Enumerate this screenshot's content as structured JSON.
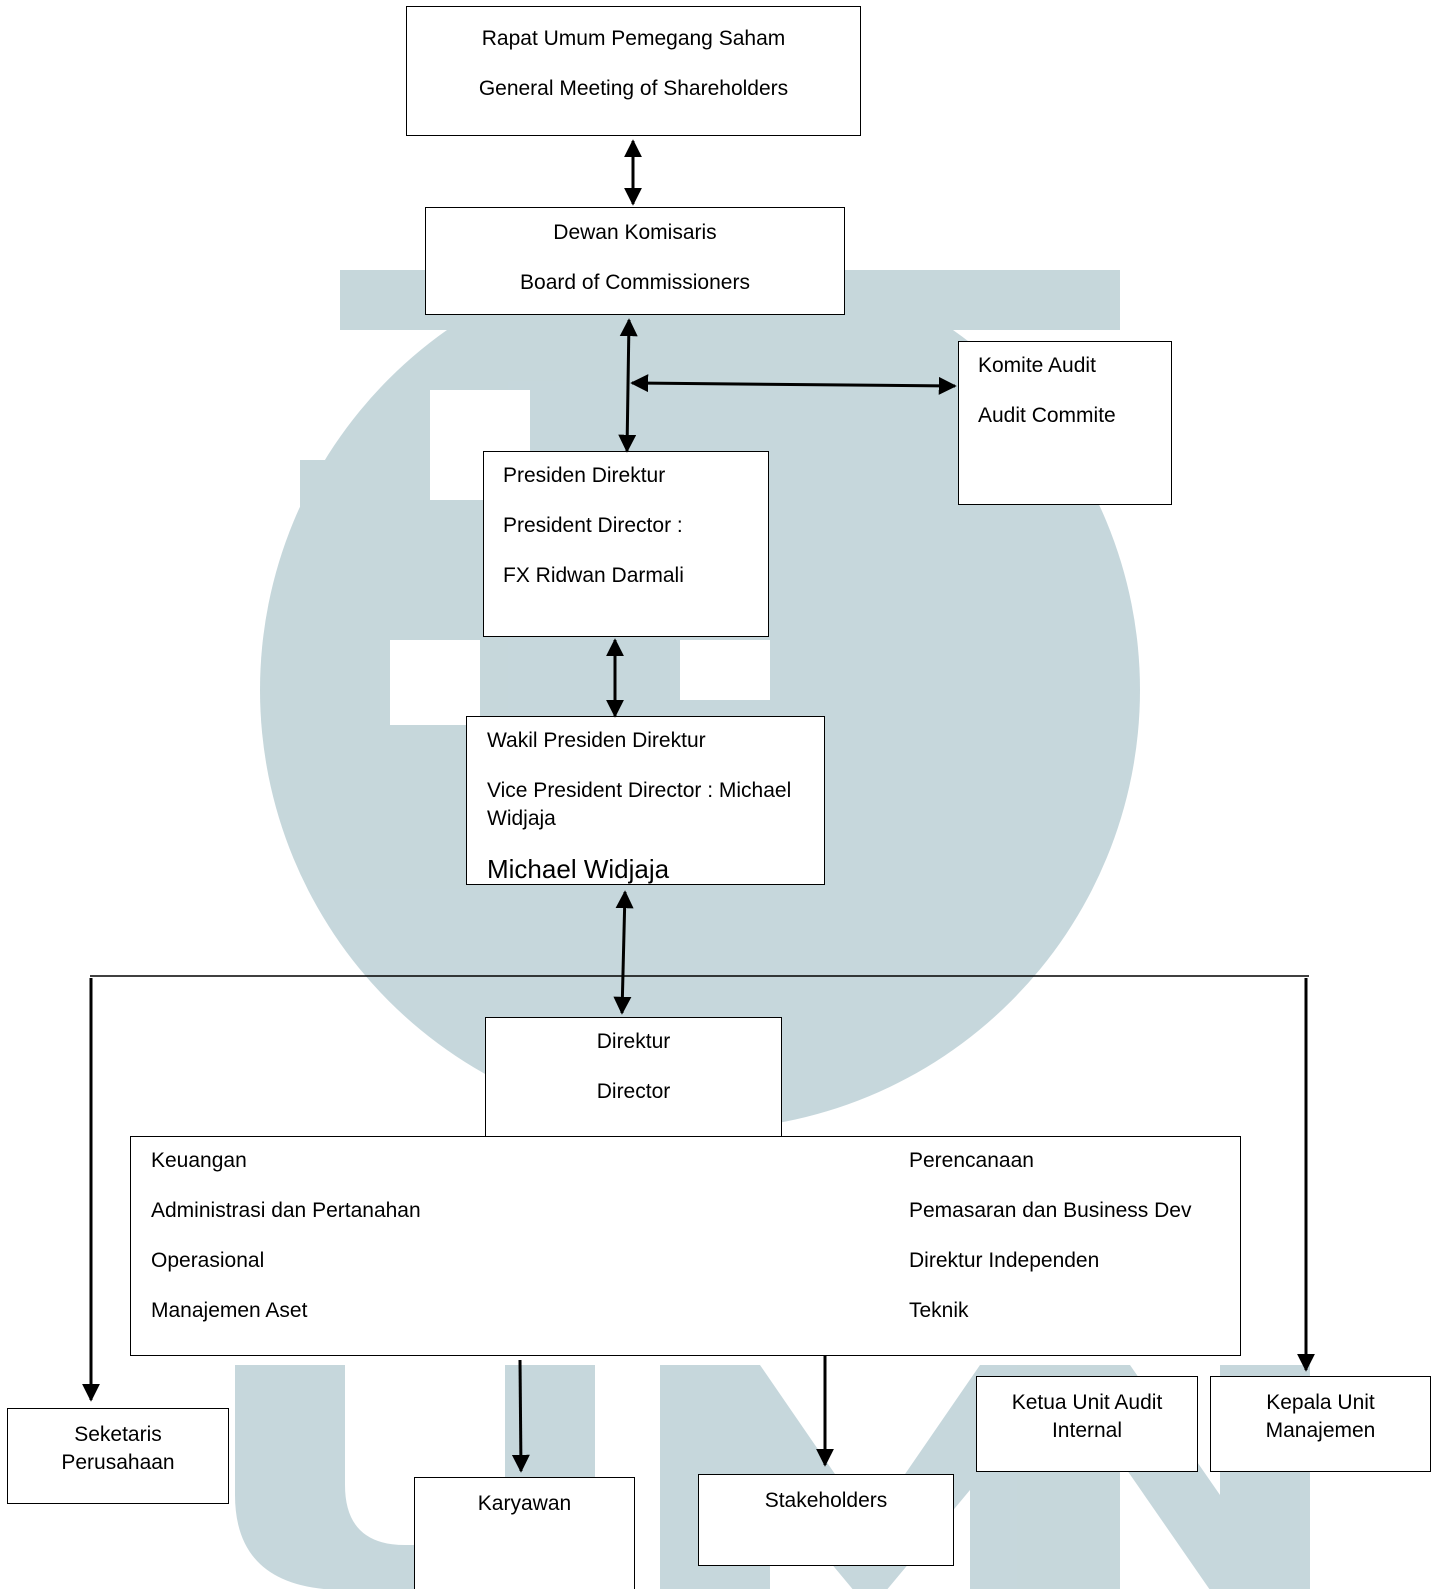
{
  "watermark": {
    "text": "UMN",
    "color": "#c3d5da"
  },
  "boxes": {
    "rups": {
      "line1": "Rapat Umum Pemegang Saham",
      "line2": "General Meeting of Shareholders"
    },
    "commissioners": {
      "line1": "Dewan Komisaris",
      "line2": "Board of Commissioners"
    },
    "audit_committee": {
      "line1": "Komite Audit",
      "line2": "Audit Commite"
    },
    "president": {
      "line1": "Presiden Direktur",
      "line2": "President Director :",
      "line3": "FX Ridwan Darmali"
    },
    "vice_president": {
      "line1": "Wakil Presiden Direktur",
      "line2": "Vice President Director : Michael Widjaja",
      "line3": "Michael Widjaja"
    },
    "director": {
      "line1": "Direktur",
      "line2": "Director"
    },
    "departments": {
      "left": [
        "Keuangan",
        "Administrasi dan Pertanahan",
        "Operasional",
        "Manajemen Aset"
      ],
      "right": [
        "Perencanaan",
        "Pemasaran dan Business Dev",
        "Direktur Independen",
        "Teknik"
      ]
    },
    "secretary": {
      "line1": "Seketaris",
      "line2": "Perusahaan"
    },
    "employees": {
      "line1": "Karyawan"
    },
    "stakeholders": {
      "line1": "Stakeholders"
    },
    "internal_audit": {
      "line1": "Ketua Unit Audit",
      "line2": "Internal"
    },
    "management_unit": {
      "line1": "Kepala Unit",
      "line2": "Manajemen"
    }
  }
}
